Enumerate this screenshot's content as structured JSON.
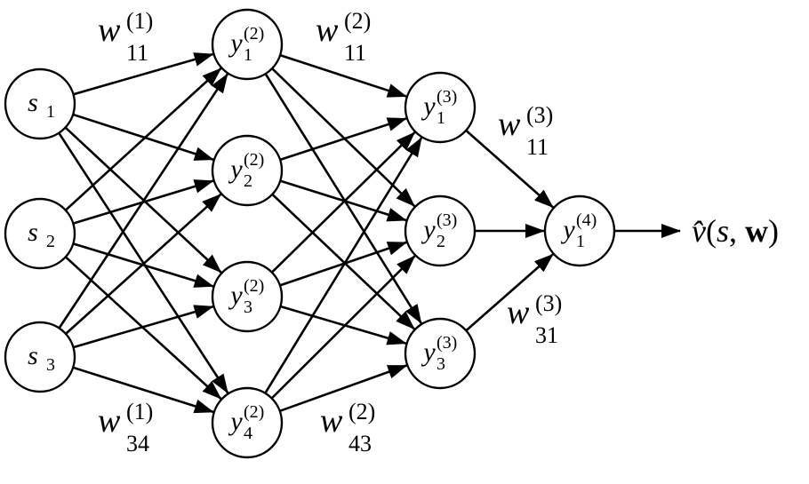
{
  "nodes": {
    "s1": {
      "base": "s",
      "sub": "1",
      "sup": ""
    },
    "s2": {
      "base": "s",
      "sub": "2",
      "sup": ""
    },
    "s3": {
      "base": "s",
      "sub": "3",
      "sup": ""
    },
    "h21": {
      "base": "y",
      "sub": "1",
      "sup": "(2)"
    },
    "h22": {
      "base": "y",
      "sub": "2",
      "sup": "(2)"
    },
    "h23": {
      "base": "y",
      "sub": "3",
      "sup": "(2)"
    },
    "h24": {
      "base": "y",
      "sub": "4",
      "sup": "(2)"
    },
    "h31": {
      "base": "y",
      "sub": "1",
      "sup": "(3)"
    },
    "h32": {
      "base": "y",
      "sub": "2",
      "sup": "(3)"
    },
    "h33": {
      "base": "y",
      "sub": "3",
      "sup": "(3)"
    },
    "h41": {
      "base": "y",
      "sub": "1",
      "sup": "(4)"
    }
  },
  "weights": {
    "w1_11": {
      "base": "w",
      "sub": "11",
      "sup": "(1)"
    },
    "w1_34": {
      "base": "w",
      "sub": "34",
      "sup": "(1)"
    },
    "w2_11": {
      "base": "w",
      "sub": "11",
      "sup": "(2)"
    },
    "w2_43": {
      "base": "w",
      "sub": "43",
      "sup": "(2)"
    },
    "w3_11": {
      "base": "w",
      "sub": "11",
      "sup": "(3)"
    },
    "w3_31": {
      "base": "w",
      "sub": "31",
      "sup": "(3)"
    }
  },
  "output": {
    "vhat": "v̂",
    "open": "(",
    "s": "s",
    "comma": ", ",
    "w": "w",
    "close": ")"
  }
}
